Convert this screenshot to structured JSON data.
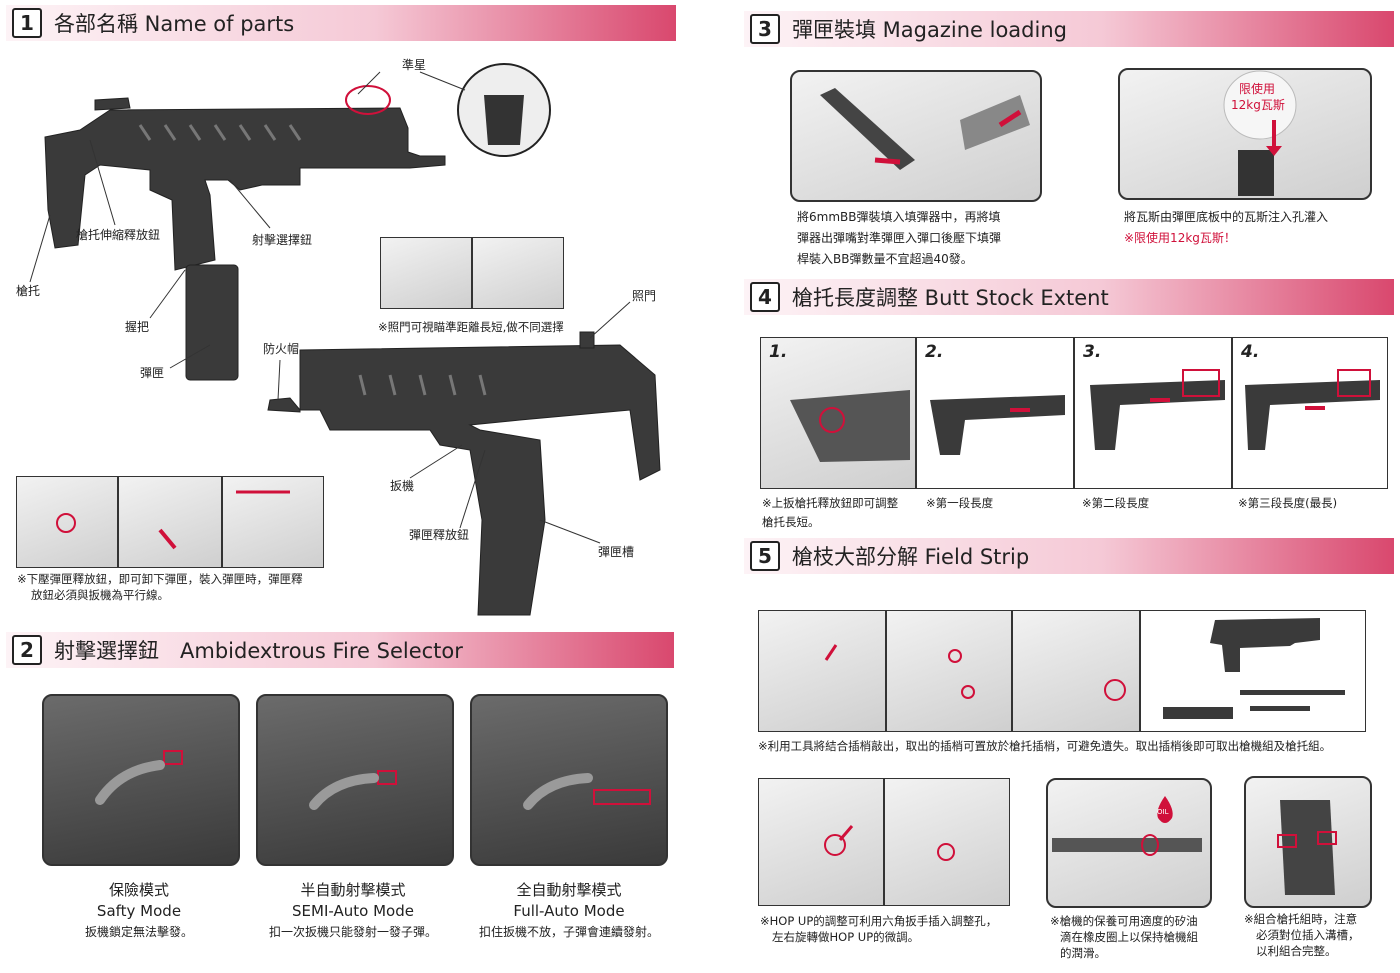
{
  "sections": {
    "s1": {
      "num": "1",
      "title": "各部名稱 Name of parts"
    },
    "s2": {
      "num": "2",
      "title": "射擊選擇鈕　Ambidextrous Fire Selector"
    },
    "s3": {
      "num": "3",
      "title": "彈匣裝填 Magazine loading"
    },
    "s4": {
      "num": "4",
      "title": "槍托長度調整 Butt Stock Extent"
    },
    "s5": {
      "num": "5",
      "title": "槍枝大部分解 Field Strip"
    }
  },
  "parts": {
    "front_sight": "準星",
    "stock_release": "槍托伸縮釋放鈕",
    "fire_selector": "射擊選擇鈕",
    "stock": "槍托",
    "grip": "握把",
    "magazine": "彈匣",
    "flash_hider": "防火帽",
    "rear_sight": "照門",
    "trigger": "扳機",
    "mag_release": "彈匣釋放鈕",
    "mag_well": "彈匣槽"
  },
  "notes": {
    "rear_sight_note": "※照門可視瞄準距離長短,做不同選擇",
    "mag_release_note_1": "※下壓彈匣釋放鈕，即可卸下彈匣，裝入彈匣時，彈匣釋",
    "mag_release_note_2": "放鈕必須與扳機為平行線。"
  },
  "fire_modes": [
    {
      "zh": "保險模式",
      "en": "Safty Mode",
      "desc": "扳機鎖定無法擊發。"
    },
    {
      "zh": "半自動射擊模式",
      "en": "SEMI-Auto Mode",
      "desc": "扣一次扳機只能發射一發子彈。"
    },
    {
      "zh": "全自動射擊模式",
      "en": "Full-Auto Mode",
      "desc": "扣住扳機不放，子彈會連續發射。"
    }
  ],
  "mag_loading": {
    "left_1": "將6mmBB彈裝填入填彈器中，再將填",
    "left_2": "彈器出彈嘴對準彈匣入彈口後壓下填彈",
    "left_3": "桿裝入BB彈數量不宜超過40發。",
    "right_1": "將瓦斯由彈匣底板中的瓦斯注入孔灌入",
    "right_2": "※限使用12kg瓦斯！",
    "gas_tag_1": "限使用",
    "gas_tag_2": "12kg瓦斯"
  },
  "stock_steps": [
    {
      "n": "1.",
      "cap1": "※上扳槍托釋放鈕即可調整",
      "cap2": "槍托長短。"
    },
    {
      "n": "2.",
      "cap1": "※第一段長度",
      "cap2": ""
    },
    {
      "n": "3.",
      "cap1": "※第二段長度",
      "cap2": ""
    },
    {
      "n": "4.",
      "cap1": "※第三段長度(最長)",
      "cap2": ""
    }
  ],
  "field_strip": {
    "note_main": "※利用工具將結合插梢敲出，取出的插梢可置放於槍托插梢，可避免遺失。取出插梢後即可取出槍機組及槍托組。",
    "hop_1": "※HOP UP的調整可利用六角扳手插入調整孔，",
    "hop_2": "左右旋轉做HOP UP的微調。",
    "oil_1": "※槍機的保養可用適度的矽油",
    "oil_2": "滴在橡皮圈上以保持槍機組",
    "oil_3": "的潤滑。",
    "oil_tag": "OIL",
    "stock_1": "※組合槍托組時，注意",
    "stock_2": "必須對位插入溝槽，",
    "stock_3": "以利組合完整。"
  },
  "colors": {
    "accent": "#d0103a",
    "header_pink": "#f5c9d6",
    "header_red": "#d9486e"
  }
}
